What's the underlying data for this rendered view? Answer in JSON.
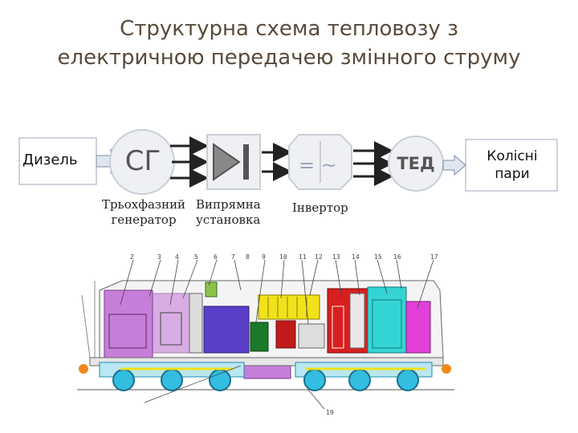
{
  "title": "Структурна схема тепловозу з електричною передачею змінного струму",
  "blocks": {
    "diesel": "Дизель",
    "generator_short": "СГ",
    "ted": "ТЕД",
    "wheels": "Колісні пари",
    "inverter_symbol": "=  ~"
  },
  "captions": {
    "generator": "Трьохфазний генератор",
    "rectifier": "Випрямна установка",
    "inverter": "Інвертор"
  },
  "callouts": [
    "2",
    "3",
    "4",
    "5",
    "6",
    "7",
    "8",
    "9",
    "10",
    "11",
    "12",
    "13",
    "14",
    "15",
    "16",
    "17",
    "19"
  ],
  "colors": {
    "circle": "#eef0f3",
    "arrow": "#222222",
    "cab_purple": "#c67fd9",
    "engine_blue": "#5b3fc9",
    "yellow": "#f2e21a",
    "red": "#d81f1f",
    "cyan": "#35d4d4",
    "magenta": "#e23fd9",
    "bogie": "#33bde0"
  }
}
